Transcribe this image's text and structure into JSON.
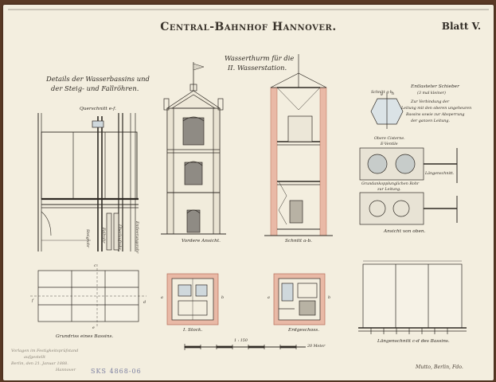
{
  "sheet": {
    "title": "Central-Bahnhof Hannover.",
    "sheet_number": "Blatt V.",
    "subtitle_line1": "Wasserthurm für die",
    "subtitle_line2": "II. Wasserstation.",
    "detail_title_line1": "Details der Wasserbassins und",
    "detail_title_line2": "der Steig- und Fallröhren.",
    "signature": "Mutto, Berlin, Fdo."
  },
  "captions": {
    "querschnitt": "Querschnitt e-f.",
    "vordere_ansicht": "Vordere Ansicht.",
    "schnitt_ab": "Schnitt a-b.",
    "kreuzschieber": "Entlasteter Schieber",
    "kreuzschieber_sub": "(3 mal kleiner)",
    "schieber_note1": "Zur Verbindung der",
    "schieber_note2": "Leitung mit den oberen ungeheuren",
    "schieber_note3": "Bassins sowie zur Absperrung",
    "schieber_note4": "der ganzen Leitung.",
    "schnitt_gh": "Schnitt g-h.",
    "oberer_cylinder": "Obere Cisterne.",
    "ventile": "E-Ventile",
    "laengenschnitt": "Längenschnitt.",
    "anschluss": "Grundankopplunglichen Rohr",
    "anschluss2": "zur Leitung.",
    "ansicht_oben": "Ansicht von oben.",
    "grundriss_bassin": "Grundriss eines Bassins.",
    "stock": "I. Stock.",
    "erdgeschoss": "Erdgeschoss.",
    "laengenschnitt_bassin": "Längenschnitt c-d des Bassins.",
    "steigrohr": "Steigrohr",
    "fallrohr": "Fallrohr",
    "ueberlaufrohr": "Überlaufrohr",
    "entleerung": "Entleerungsrohr"
  },
  "scale": {
    "label": "1 : 150",
    "unit": "20 Meter"
  },
  "annotations": {
    "pencil_1": "Vorlagen im Festigkeitsprüfstand",
    "pencil_2": "aufgestellt",
    "pencil_3": "Berlin, den 21. Januar 1888.",
    "pencil_4": "Hannover",
    "stamp": "SKS 4868-06"
  },
  "letters": {
    "a": "a",
    "b": "b",
    "c": "c",
    "d": "d",
    "e": "e",
    "f": "f",
    "g": "g",
    "h": "h"
  },
  "colors": {
    "paper": "#f3eedf",
    "ink": "#2f2a24",
    "brick": "#e9b9a6",
    "wash": "#cfd8dc",
    "board": "#5a3a26"
  }
}
